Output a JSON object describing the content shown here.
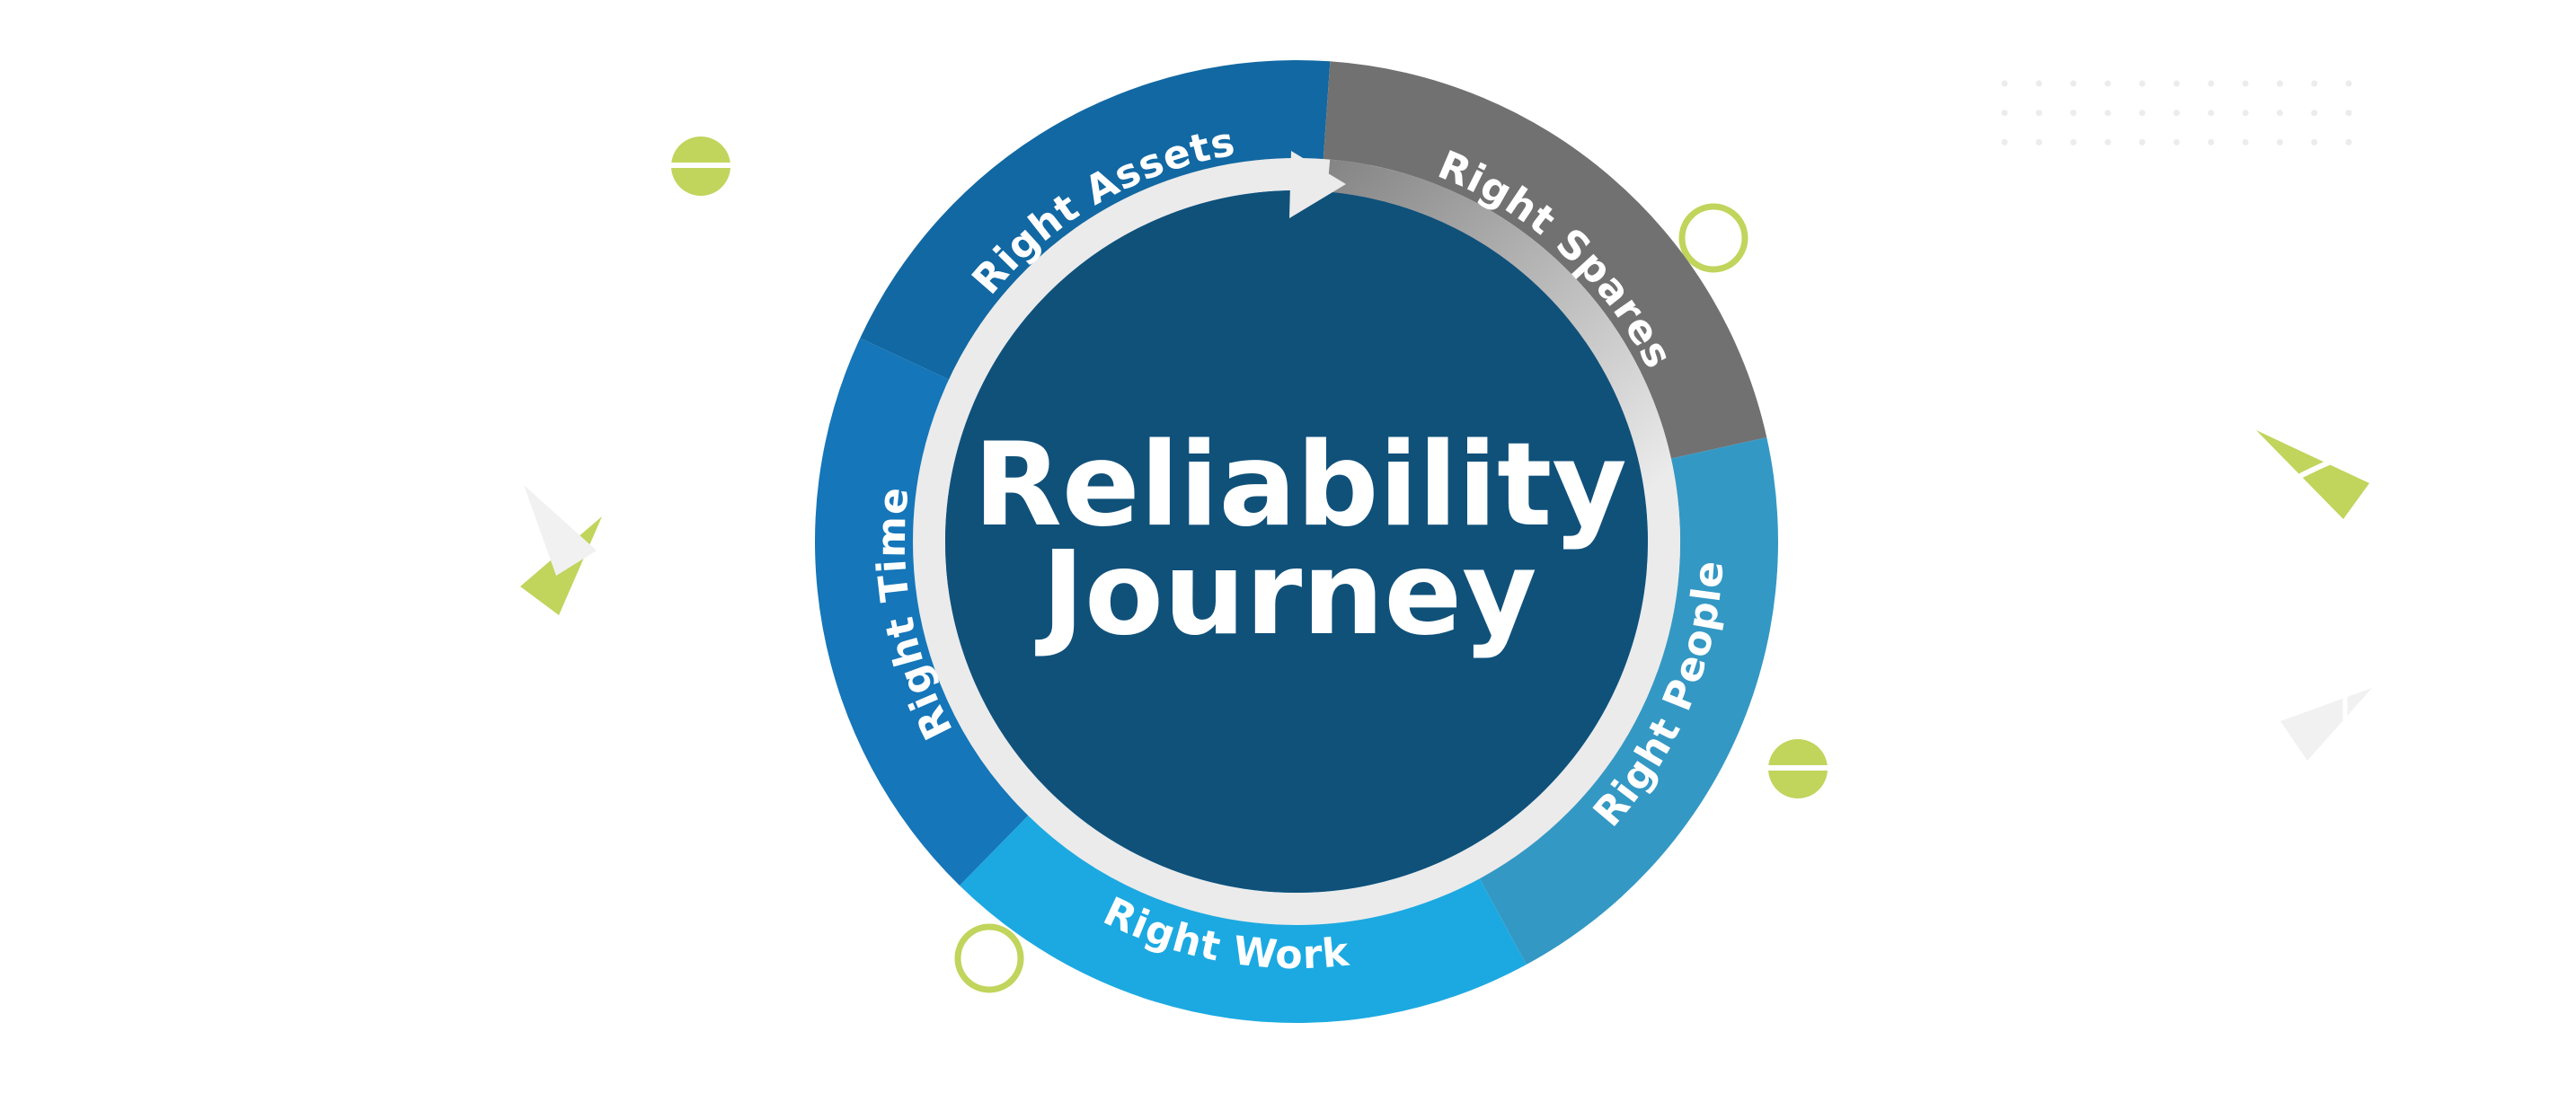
{
  "title": {
    "line1": "Reliability",
    "line2": "Journey"
  },
  "segments": [
    {
      "id": "assets",
      "label": "Right Assets",
      "color": "#1268a2"
    },
    {
      "id": "spares",
      "label": "Right Spares",
      "color": "#717171"
    },
    {
      "id": "people",
      "label": "Right People",
      "color": "#3498c4"
    },
    {
      "id": "work",
      "label": "Right Work",
      "color": "#1ca9e1"
    },
    {
      "id": "time",
      "label": "Right Time",
      "color": "#1576b9"
    }
  ],
  "colors": {
    "center": "#10517a",
    "ring": "#ebebeb",
    "ring_gradient_start": "#858585",
    "accent_green": "#c1d45c",
    "accent_grey": "#f1f1f1",
    "dots": "#ececec"
  },
  "icons": {
    "cycle_arrow": "clockwise-arrow-icon",
    "decorations": [
      "pill-circle",
      "ring-circle",
      "triangle"
    ]
  }
}
